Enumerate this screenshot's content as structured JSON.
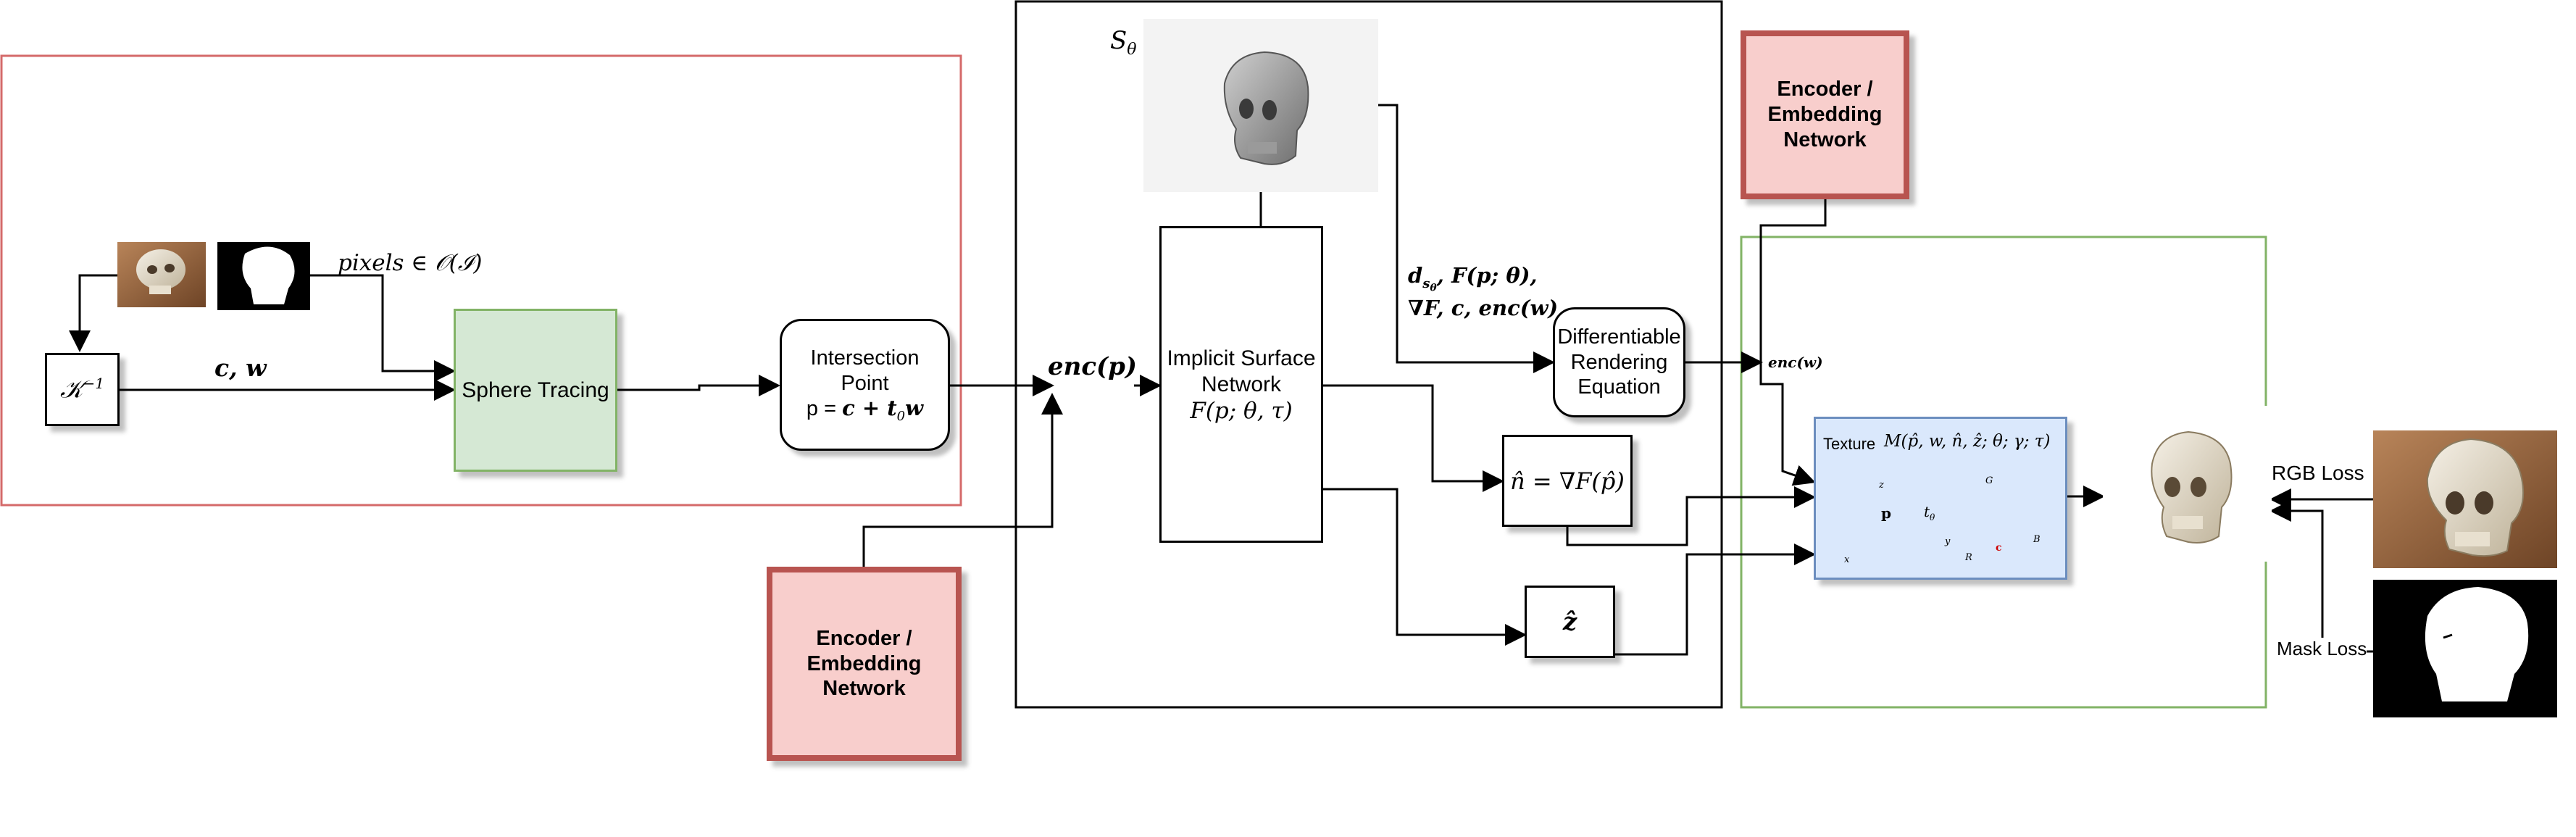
{
  "s_theta": "S",
  "s_theta_sub": "θ",
  "pixels_label": "pixels ∈ 𝒪(ℐ)",
  "k_inverse": "𝒦",
  "k_inverse_sup": "−1",
  "cw_label": "c, w",
  "sphere_tracing": "Sphere Tracing",
  "intersection": {
    "title": "Intersection\nPoint",
    "eq_prefix": "p = ",
    "eq_math": "c + t",
    "eq_sub": "0",
    "eq_end": "w"
  },
  "enc_p": "enc(p)",
  "implicit": {
    "title": "Implicit Surface\nNetwork",
    "func": "F(p; θ, τ)"
  },
  "sdf_outputs": {
    "line1_d": "d",
    "line1_sub": "s",
    "line1_subsub": "θ",
    "line1_rest": ", F(p; θ),",
    "line2": "∇F, c, enc(w)"
  },
  "diff_render": "Differentiable\nRendering\nEquation",
  "normal_label": "n̂ = ∇F(p̂)",
  "z_label": "ẑ",
  "encoder_top": "Encoder /\nEmbedding\nNetwork",
  "encoder_bottom": "Encoder /\nEmbedding\nNetwork",
  "enc_w": "enc(w)",
  "texture": {
    "title": "Texture",
    "func": "M(p̂, w, n̂, ẑ; θ; γ; τ)",
    "inset_p": "p",
    "inset_t": "t",
    "inset_t_sub": "θ",
    "axis_z": "z",
    "axis_x": "x",
    "axis_y": "y",
    "axis_g": "G",
    "axis_r": "R",
    "axis_b": "B",
    "inset_c": "c"
  },
  "rgb_loss": "RGB Loss",
  "mask_loss": "Mask Loss"
}
